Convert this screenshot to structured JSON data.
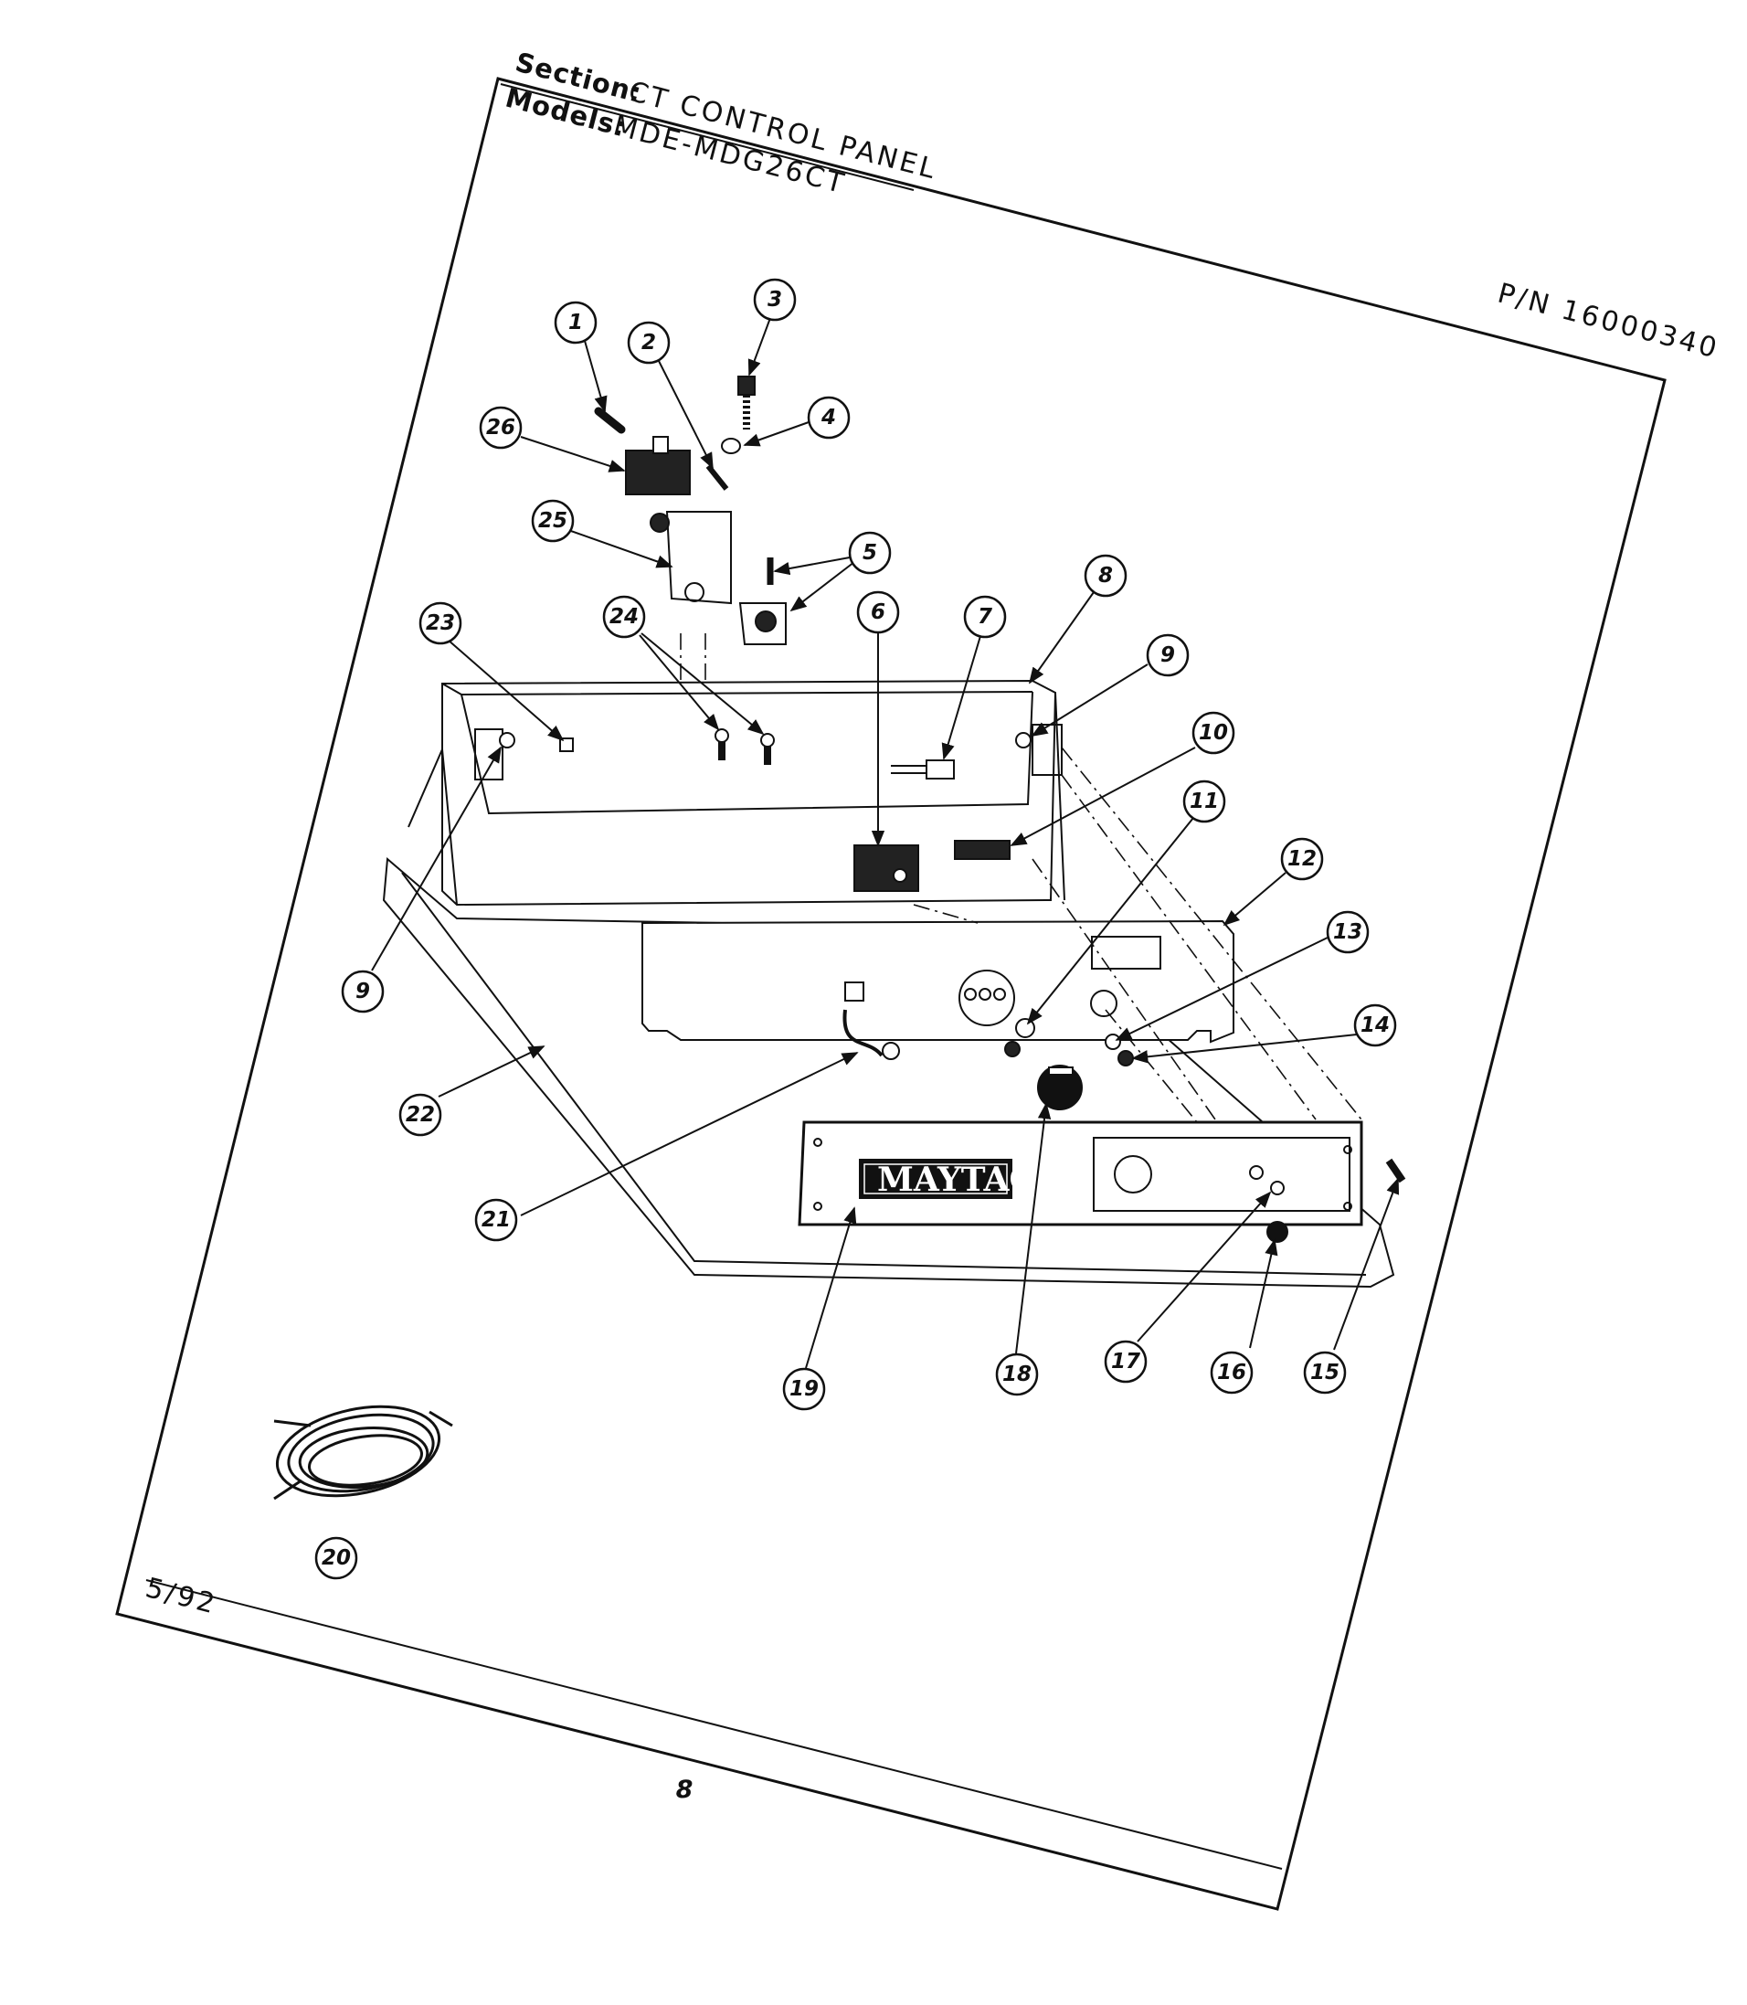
{
  "header": {
    "section_label": "Section:",
    "section_value": "CT CONTROL PANEL",
    "models_label": "Models:",
    "models_value": "MDE-MDG26CT",
    "part_number": "P/N 16000340"
  },
  "footer": {
    "date": "5/92",
    "page_number": "8"
  },
  "logo_text": "MAYTAG",
  "callouts": [
    "1",
    "2",
    "3",
    "4",
    "5",
    "6",
    "7",
    "8",
    "9",
    "9",
    "10",
    "11",
    "12",
    "13",
    "14",
    "15",
    "16",
    "17",
    "18",
    "19",
    "20",
    "21",
    "22",
    "23",
    "24",
    "25",
    "26"
  ]
}
